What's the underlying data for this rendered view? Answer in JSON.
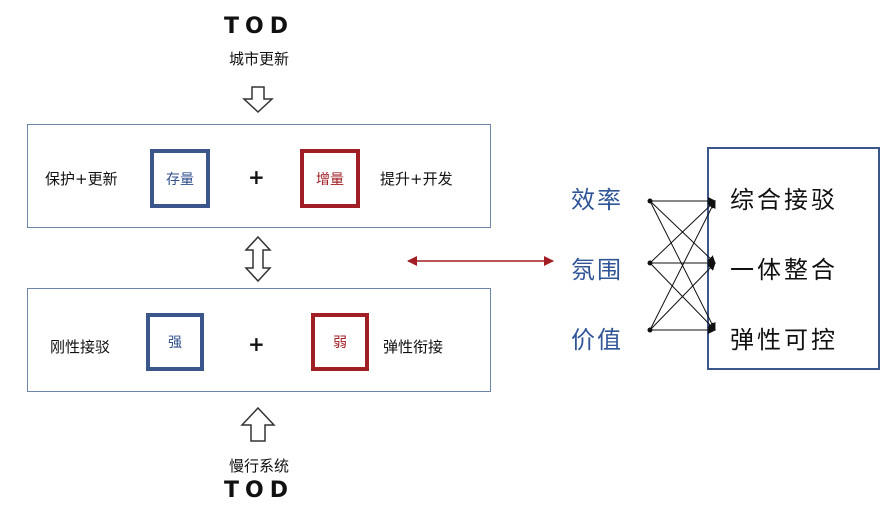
{
  "top": {
    "title": "TOD",
    "subtitle": "城市更新"
  },
  "bottom": {
    "title": "TOD",
    "subtitle": "慢行系统"
  },
  "panel_upper": {
    "left_label": "保护+更新",
    "box_left": "存量",
    "plus": "+",
    "box_right": "增量",
    "right_label": "提升+开发"
  },
  "panel_lower": {
    "left_label": "刚性接驳",
    "box_left": "强",
    "plus": "+",
    "box_right": "弱",
    "right_label": "弹性衔接"
  },
  "left_terms": [
    "效率",
    "氛围",
    "价值"
  ],
  "right_terms": [
    "综合接驳",
    "一体整合",
    "弹性可控"
  ],
  "colors": {
    "blue": "#2f5597",
    "red": "#a01e24",
    "frame": "#3b568a"
  }
}
